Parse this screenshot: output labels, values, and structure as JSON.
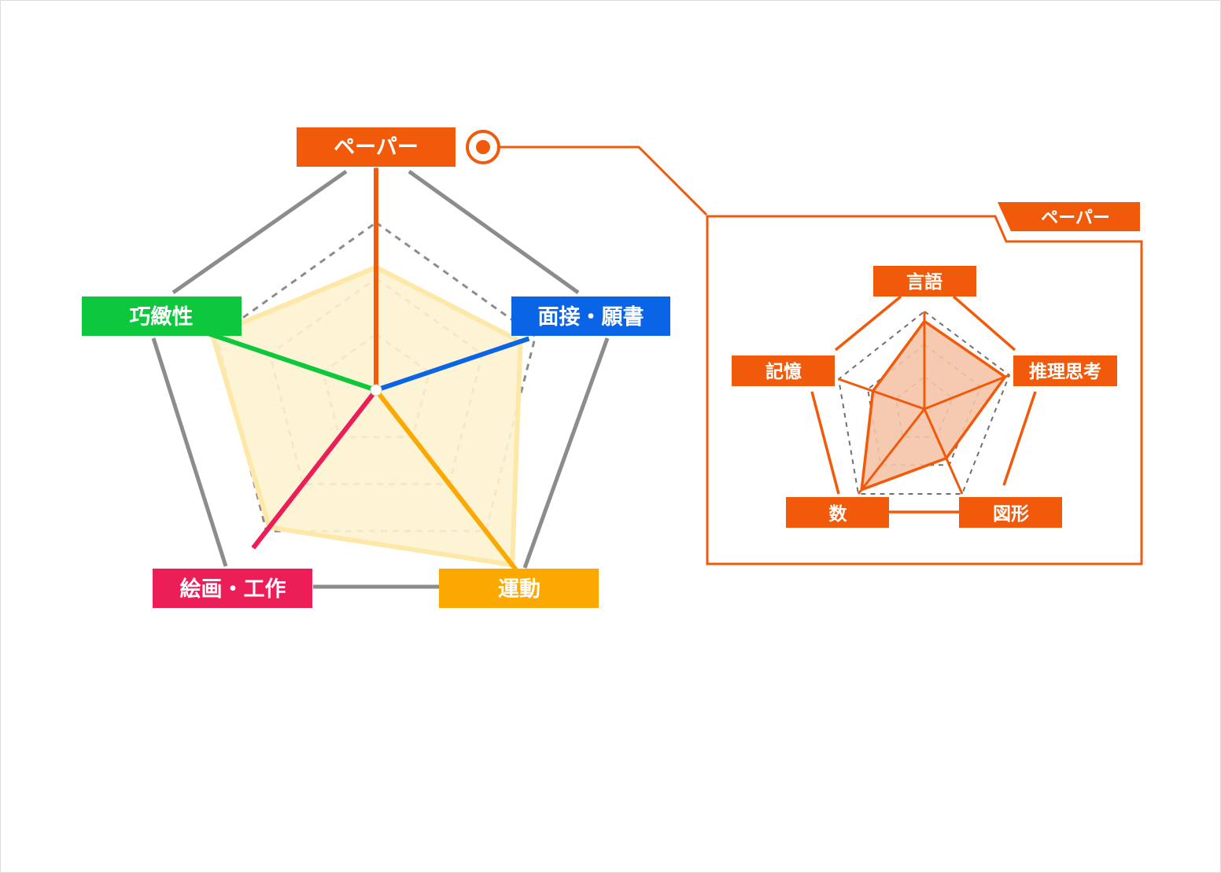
{
  "colors": {
    "paper": "#f05a0a",
    "interview": "#0a64e6",
    "motor": "#fba800",
    "art": "#eb1e57",
    "dexterity": "#0dc83c",
    "frame_gray": "#8c8c8c",
    "area_fill": "#fdf3d0",
    "area_stroke": "#fde8a8",
    "inset_fill": "#f5c3a9"
  },
  "chart_data": [
    {
      "type": "radar",
      "axes": [
        "ペーパー",
        "面接・願書",
        "運動",
        "絵画・工作",
        "巧緻性"
      ],
      "axis_colors": [
        "#f05a0a",
        "#0a64e6",
        "#fba800",
        "#eb1e57",
        "#0dc83c"
      ],
      "values": [
        0.55,
        0.68,
        0.93,
        0.73,
        0.77
      ],
      "range": [
        0,
        1
      ],
      "levels": 4,
      "grid": true
    },
    {
      "type": "radar",
      "title": "ペーパー",
      "axes": [
        "言語",
        "推理思考",
        "図形",
        "数",
        "記憶"
      ],
      "values": [
        0.9,
        0.95,
        0.58,
        0.95,
        0.6
      ],
      "range": [
        0,
        1
      ],
      "levels": 4,
      "grid": true
    }
  ]
}
